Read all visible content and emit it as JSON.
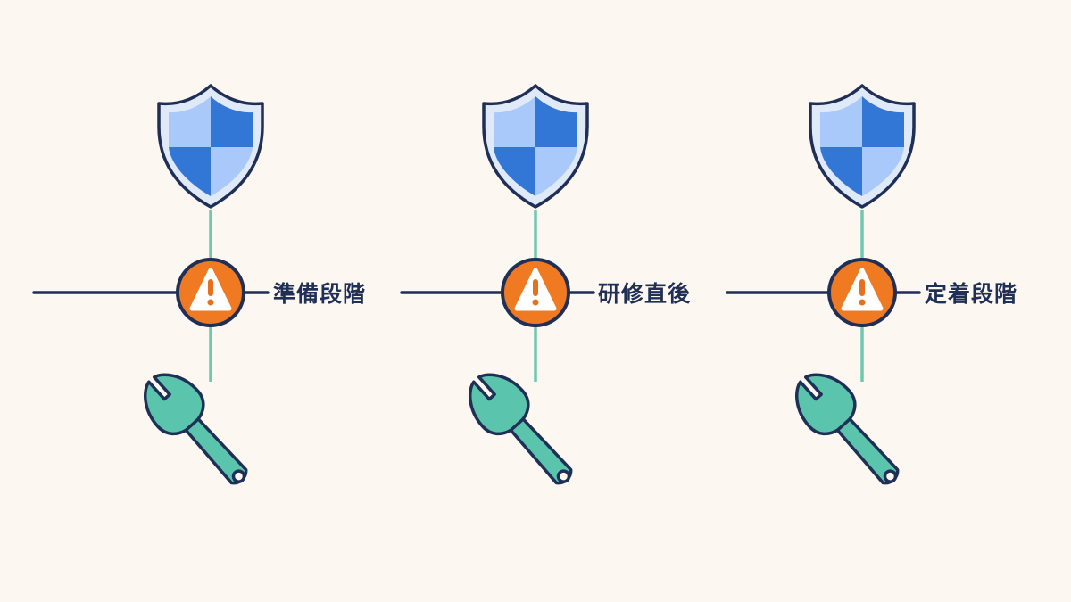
{
  "colors": {
    "background": "#fcf7f1",
    "line": "#1f2f55",
    "connector": "#6cc9b2",
    "shield_outline": "#1f2f55",
    "shield_light": "#a9c9fb",
    "shield_dark": "#3377d6",
    "shield_rim": "#dfe9f8",
    "alert_fill": "#ef7a22",
    "alert_ring": "#1f2f55",
    "alert_triangle": "#ffffff",
    "alert_mark": "#e8701c",
    "wrench_fill": "#5bc4ad",
    "wrench_outline": "#1f2f55",
    "label_text": "#1f2f55"
  },
  "stages": [
    {
      "label": "準備段階",
      "top_icon": "shield-icon",
      "center_icon": "warning-icon",
      "bottom_icon": "wrench-icon"
    },
    {
      "label": "研修直後",
      "top_icon": "shield-icon",
      "center_icon": "warning-icon",
      "bottom_icon": "wrench-icon"
    },
    {
      "label": "定着段階",
      "top_icon": "shield-icon",
      "center_icon": "warning-icon",
      "bottom_icon": "wrench-icon"
    }
  ]
}
